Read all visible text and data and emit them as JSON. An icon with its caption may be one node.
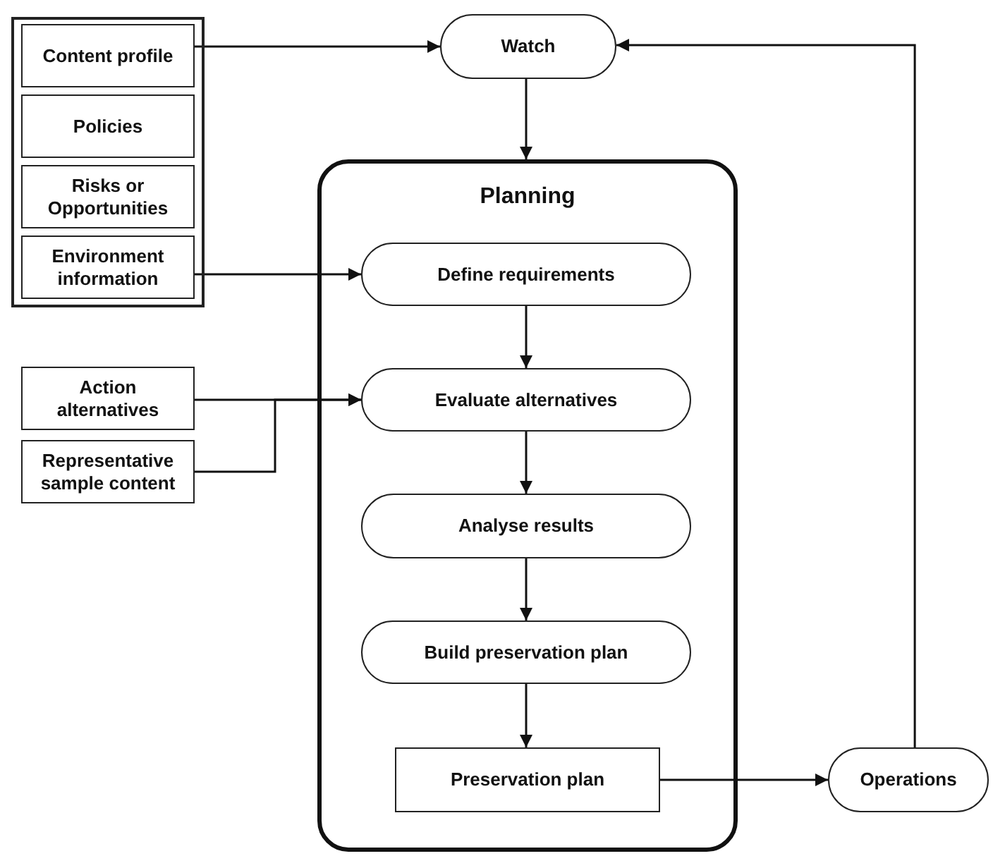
{
  "diagram": {
    "nodes": [
      {
        "text": [],
        "shape": "box"
      },
      {
        "text": [
          "Content profile"
        ],
        "in": 0
      },
      {
        "text": [
          "Policies"
        ],
        "in": 0
      },
      {
        "text": [
          "Risks or Opportunities"
        ],
        "in": 0
      },
      {
        "text": [
          "Environment information"
        ],
        "in": 0
      },
      {
        "text": [
          "Action alternatives"
        ]
      },
      {
        "text": [
          "Representative sample content"
        ]
      },
      {
        "text": [
          "Watch"
        ]
      },
      {
        "text": [
          "Planning"
        ]
      },
      {
        "text": [
          "Define requirements"
        ],
        "in": 8
      },
      {
        "text": [
          "Evaluate alternatives"
        ],
        "in": 8
      },
      {
        "text": [
          "Analyse results"
        ],
        "in": 8
      },
      {
        "text": [
          "Build preservation plan"
        ],
        "in": 8
      },
      {
        "text": [
          "Preservation plan"
        ],
        "in": 8
      },
      {
        "text": [
          "Operations"
        ]
      }
    ],
    "edges": [
      {
        "from": 1,
        "to": 7,
        "arrow": "to"
      },
      {
        "from": 4,
        "to": 9,
        "arrow": "to"
      },
      {
        "from": 5,
        "to": 10,
        "arrow": "to"
      },
      {
        "from": 6,
        "to": 10,
        "arrow": "to"
      },
      {
        "from": 7,
        "to": 8,
        "arrow": "to"
      },
      {
        "from": 9,
        "to": 10,
        "arrow": "to"
      },
      {
        "from": 10,
        "to": 11,
        "arrow": "to"
      },
      {
        "from": 11,
        "to": 12,
        "arrow": "to"
      },
      {
        "from": 12,
        "to": 13,
        "arrow": "to"
      },
      {
        "from": 13,
        "to": 14,
        "arrow": "to"
      },
      {
        "from": 14,
        "to": 7,
        "arrow": "to"
      }
    ]
  }
}
